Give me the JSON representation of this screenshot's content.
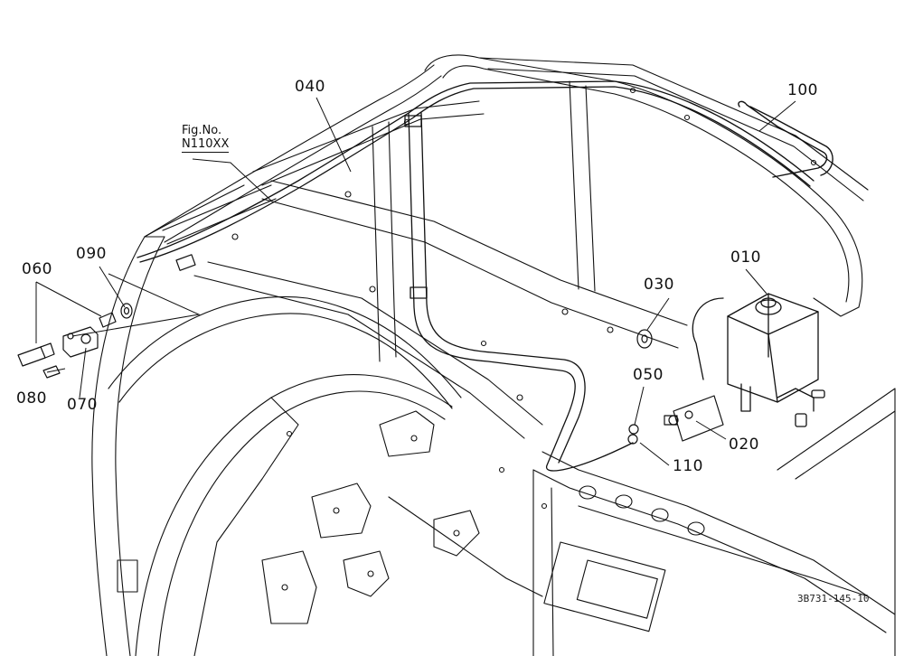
{
  "callouts": [
    {
      "id": "040",
      "label": "040"
    },
    {
      "id": "100",
      "label": "100"
    },
    {
      "id": "060",
      "label": "060"
    },
    {
      "id": "090",
      "label": "090"
    },
    {
      "id": "010",
      "label": "010"
    },
    {
      "id": "030",
      "label": "030"
    },
    {
      "id": "080",
      "label": "080"
    },
    {
      "id": "070",
      "label": "070"
    },
    {
      "id": "050",
      "label": "050"
    },
    {
      "id": "020",
      "label": "020"
    },
    {
      "id": "110",
      "label": "110"
    }
  ],
  "figure_ref": {
    "line1": "Fig.No.",
    "line2": "N110XX"
  },
  "drawing_id": "3B731-145-10",
  "colors": {
    "ink": "#111111",
    "background": "#ffffff"
  }
}
